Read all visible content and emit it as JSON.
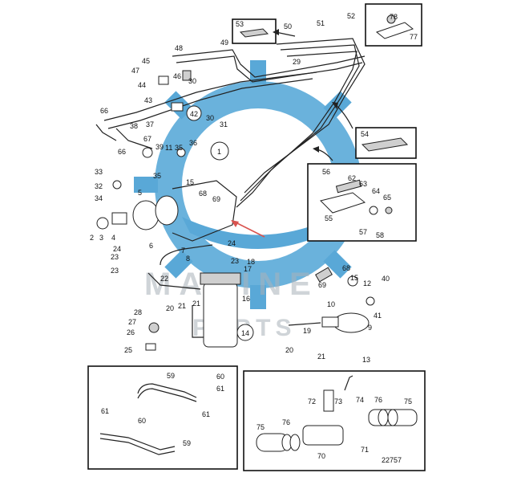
{
  "diagram": {
    "ref_number": "22757",
    "watermark": {
      "line1": "MARINE",
      "line2": "PARTS"
    },
    "colors": {
      "watermark_blue": "#3d9ad1",
      "watermark_gray": "#9aa3ab",
      "arrow_red": "#d9534f"
    },
    "callouts": [
      "1",
      "2",
      "3",
      "4",
      "5",
      "6",
      "7",
      "8",
      "9",
      "10",
      "11",
      "12",
      "13",
      "14",
      "15",
      "16",
      "17",
      "18",
      "19",
      "20",
      "21",
      "22",
      "23",
      "24",
      "25",
      "26",
      "27",
      "28",
      "29",
      "30",
      "31",
      "32",
      "33",
      "34",
      "35",
      "36",
      "37",
      "38",
      "39",
      "40",
      "41",
      "42",
      "43",
      "44",
      "45",
      "46",
      "47",
      "48",
      "49",
      "50",
      "51",
      "52",
      "53",
      "54",
      "55",
      "56",
      "57",
      "58",
      "59",
      "60",
      "61",
      "62",
      "63",
      "64",
      "65",
      "66",
      "67",
      "68",
      "69",
      "70",
      "71",
      "72",
      "73",
      "74",
      "75",
      "76",
      "77",
      "78"
    ],
    "circled_callouts": [
      "1",
      "14",
      "42"
    ]
  }
}
